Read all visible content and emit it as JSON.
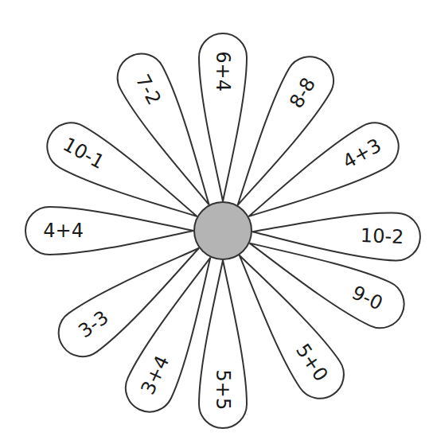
{
  "diagram": {
    "nodes": [
      {
        "text": [
          "6+4"
        ]
      },
      {
        "text": [
          "8-8"
        ]
      },
      {
        "text": [
          "4+3"
        ]
      },
      {
        "text": [
          "10-2"
        ]
      },
      {
        "text": [
          "9-0"
        ]
      },
      {
        "text": [
          "5+0"
        ]
      },
      {
        "text": [
          "5+5"
        ]
      },
      {
        "text": [
          "3+4"
        ]
      },
      {
        "text": [
          "3-3"
        ]
      },
      {
        "text": [
          "4+4"
        ]
      },
      {
        "text": [
          "10-1"
        ]
      },
      {
        "text": [
          "7-2"
        ]
      }
    ]
  }
}
